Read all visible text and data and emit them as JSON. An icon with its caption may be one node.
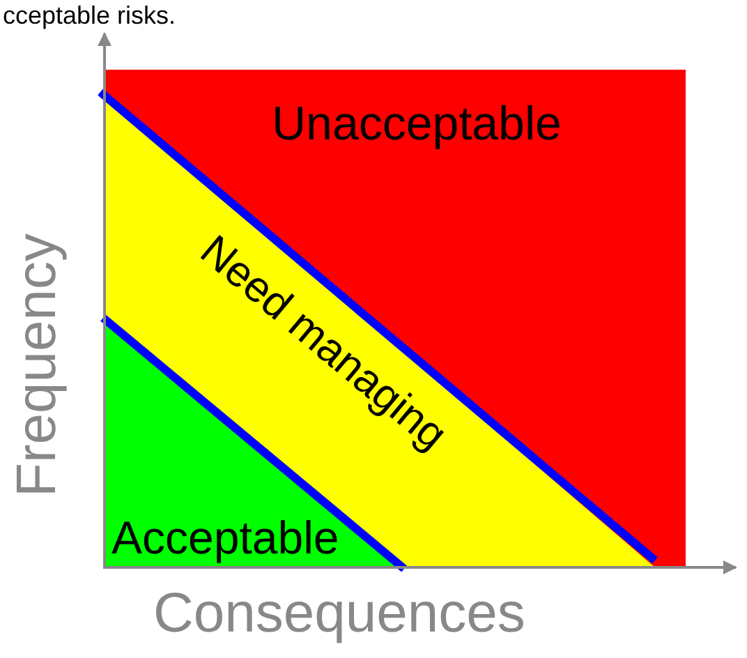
{
  "diagram": {
    "labels": [
      "cceptable risks.",
      "Unacceptable",
      "Need managing",
      "Frequency",
      "Acceptable",
      "Consequences"
    ]
  }
}
